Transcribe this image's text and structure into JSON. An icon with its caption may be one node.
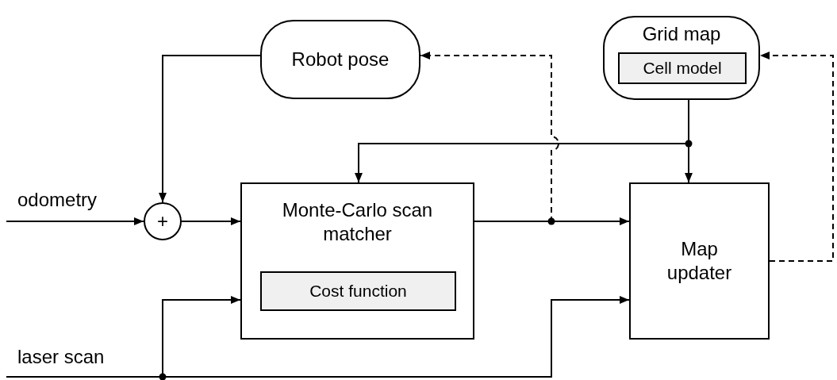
{
  "diagram": {
    "nodes": [
      {
        "text": [
          "Robot pose"
        ]
      },
      {
        "text": [
          "Grid map"
        ]
      },
      {
        "text": [
          "Cell model"
        ],
        "in": 1
      },
      {
        "text": [
          "+"
        ]
      },
      {
        "text": [
          "Monte-Carlo scan matcher"
        ]
      },
      {
        "text": [
          "Cost function"
        ],
        "in": 4
      },
      {
        "text": [
          "Map updater"
        ]
      }
    ],
    "edges": [
      {
        "from": 0,
        "to": 3,
        "arrow": "to"
      },
      {
        "from": null,
        "to": 3,
        "arrow": "to",
        "label": "odometry"
      },
      {
        "from": 3,
        "to": 4,
        "arrow": "to"
      },
      {
        "from": 1,
        "to": 4,
        "arrow": "to"
      },
      {
        "from": 1,
        "to": 6,
        "arrow": "to"
      },
      {
        "from": 4,
        "to": 6,
        "arrow": "to"
      },
      {
        "from": 4,
        "to": 0,
        "arrow": "to",
        "style": "dashed"
      },
      {
        "from": 6,
        "to": 1,
        "arrow": "to",
        "style": "dashed"
      },
      {
        "from": null,
        "to": 4,
        "arrow": "to",
        "label": "laser scan"
      },
      {
        "from": null,
        "to": 6,
        "arrow": "to"
      }
    ]
  }
}
